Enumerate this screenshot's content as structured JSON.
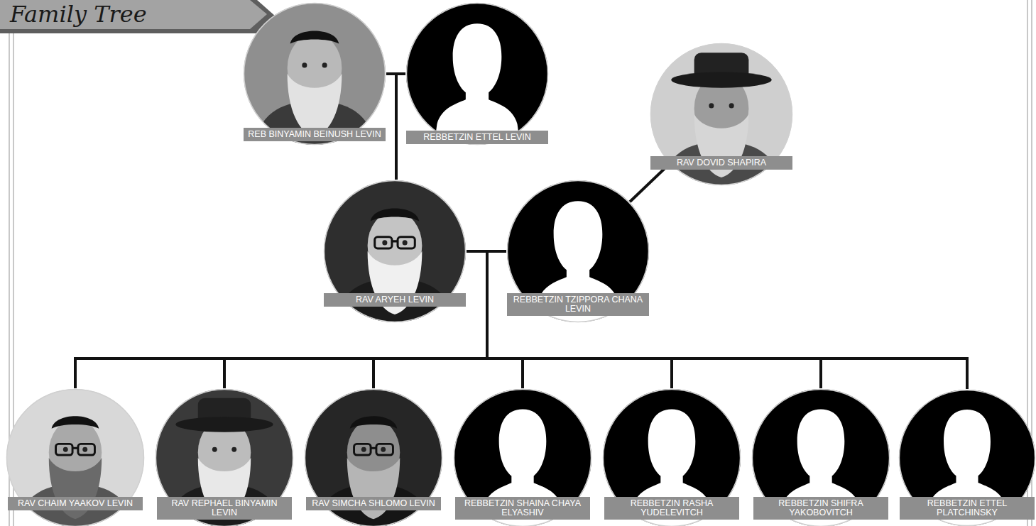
{
  "diagram": {
    "title": "Family Tree",
    "nodes": [
      {
        "text": [
          "REB BINYAMIN BEINUSH LEVIN"
        ]
      },
      {
        "text": [
          "REBBETZIN ETTEL LEVIN"
        ]
      },
      {
        "text": [
          "RAV DOVID SHAPIRA"
        ]
      },
      {
        "text": [
          "RAV ARYEH LEVIN"
        ]
      },
      {
        "text": [
          "REBBETZIN TZIPPORA CHANA LEVIN"
        ]
      },
      {
        "text": [
          "RAV CHAIM YAAKOV LEVIN"
        ]
      },
      {
        "text": [
          "RAV REPHAEL BINYAMIN LEVIN"
        ]
      },
      {
        "text": [
          "RAV SIMCHA SHLOMO LEVIN"
        ]
      },
      {
        "text": [
          "REBBETZIN SHAINA CHAYA ELYASHIV"
        ]
      },
      {
        "text": [
          "REBBETZIN RASHA YUDELEVITCH"
        ]
      },
      {
        "text": [
          "REBBETZIN SHIFRA YAKOBOVITCH"
        ]
      },
      {
        "text": [
          "REBBETZIN ETTEL PLATCHINSKY"
        ]
      }
    ],
    "edges": [
      {
        "from": 0,
        "to": 1,
        "arrow": "none"
      },
      {
        "from": 0,
        "to": 3,
        "arrow": "none"
      },
      {
        "from": 1,
        "to": 3,
        "arrow": "none"
      },
      {
        "from": 2,
        "to": 4,
        "arrow": "none"
      },
      {
        "from": 3,
        "to": 4,
        "arrow": "none"
      },
      {
        "from": 3,
        "to": 5,
        "arrow": "none"
      },
      {
        "from": 3,
        "to": 6,
        "arrow": "none"
      },
      {
        "from": 3,
        "to": 7,
        "arrow": "none"
      },
      {
        "from": 3,
        "to": 8,
        "arrow": "none"
      },
      {
        "from": 3,
        "to": 9,
        "arrow": "none"
      },
      {
        "from": 3,
        "to": 10,
        "arrow": "none"
      },
      {
        "from": 3,
        "to": 11,
        "arrow": "none"
      },
      {
        "from": 4,
        "to": 5,
        "arrow": "none"
      },
      {
        "from": 4,
        "to": 6,
        "arrow": "none"
      },
      {
        "from": 4,
        "to": 7,
        "arrow": "none"
      },
      {
        "from": 4,
        "to": 8,
        "arrow": "none"
      },
      {
        "from": 4,
        "to": 9,
        "arrow": "none"
      },
      {
        "from": 4,
        "to": 10,
        "arrow": "none"
      },
      {
        "from": 4,
        "to": 11,
        "arrow": "none"
      }
    ]
  }
}
